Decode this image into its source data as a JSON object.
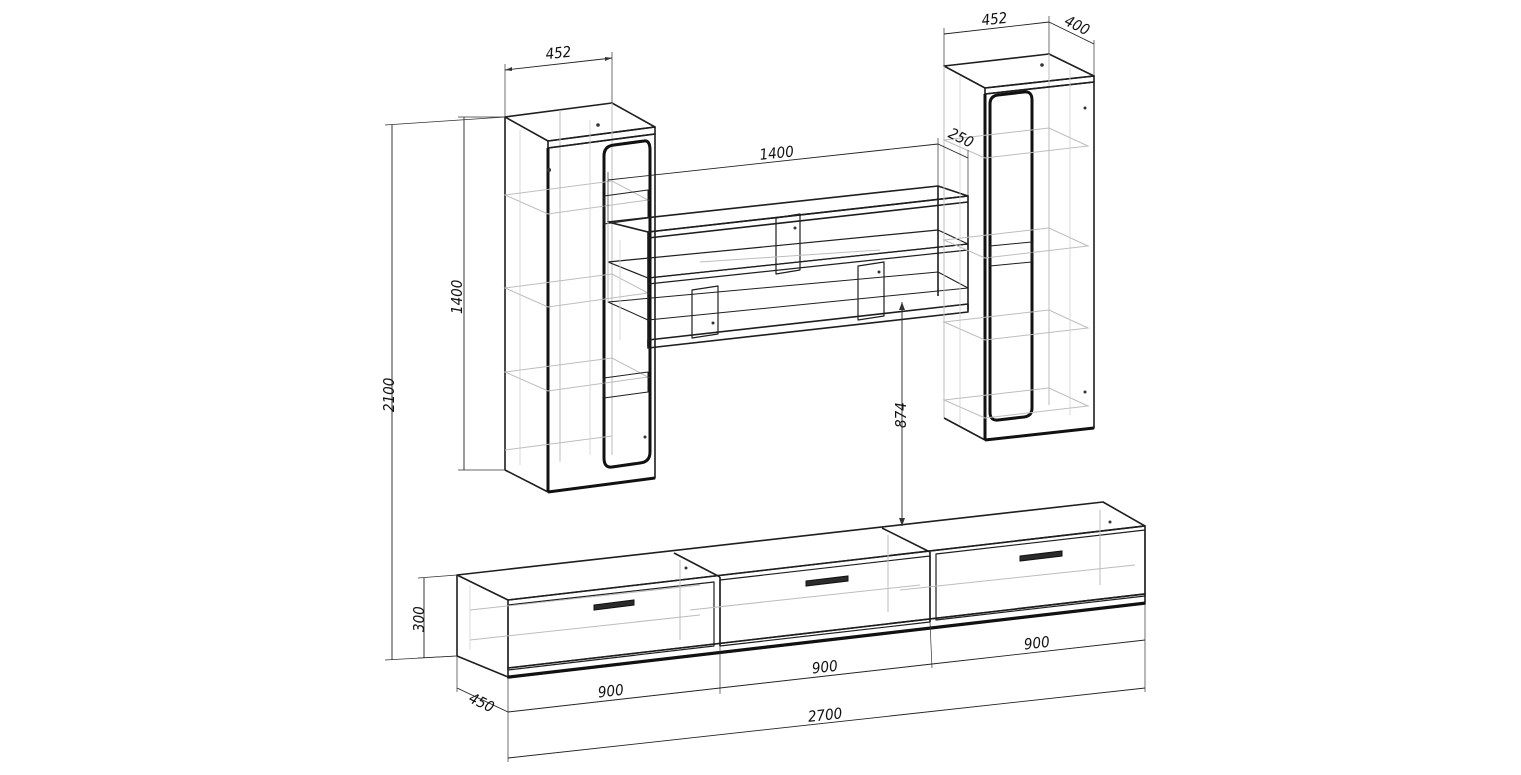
{
  "dimensions": {
    "left_tower_width": "452",
    "right_tower_width": "452",
    "right_tower_depth": "400",
    "shelf_width": "1400",
    "shelf_depth": "250",
    "tower_height": "1400",
    "overall_height": "2100",
    "gap_height": "874",
    "base_height": "300",
    "base_depth": "450",
    "module_left": "900",
    "module_mid": "900",
    "module_right": "900",
    "overall_width": "2700"
  }
}
